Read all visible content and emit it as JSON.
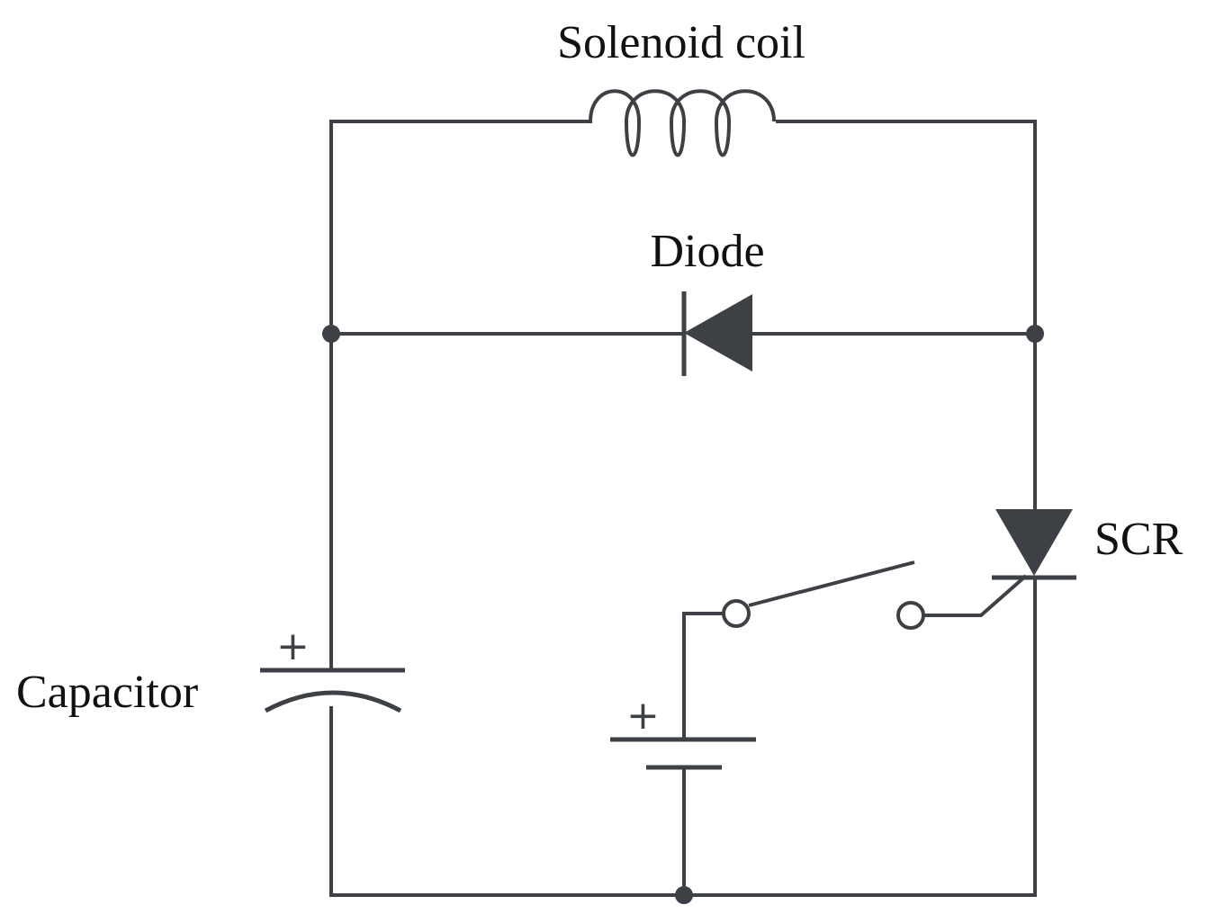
{
  "labels": {
    "solenoid": "Solenoid coil",
    "diode": "Diode",
    "scr": "SCR",
    "capacitor": "Capacitor"
  },
  "polarity": {
    "capacitor_plus": "+",
    "battery_plus": "+"
  },
  "colors": {
    "wire": "#3d4145",
    "text": "#111111"
  }
}
